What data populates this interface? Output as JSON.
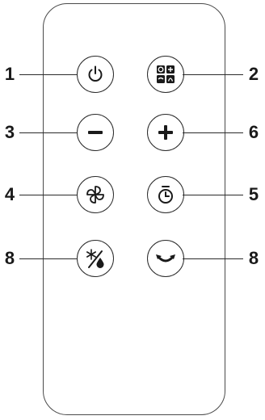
{
  "callouts": {
    "power": "1",
    "mode": "2",
    "minus": "3",
    "plus": "6",
    "fan": "4",
    "timer": "5",
    "dehumidify": "8",
    "swing": "8"
  },
  "buttons": {
    "power": {
      "icon": "power-icon"
    },
    "mode": {
      "icon": "mode-grid-icon"
    },
    "minus": {
      "icon": "minus-icon"
    },
    "plus": {
      "icon": "plus-icon"
    },
    "fan": {
      "icon": "fan-icon"
    },
    "timer": {
      "icon": "timer-icon"
    },
    "dehumidify": {
      "icon": "snowflake-droplet-icon"
    },
    "swing": {
      "icon": "swing-arc-icon"
    }
  },
  "colors": {
    "stroke": "#2a2a2a",
    "outline": "#4a4a4a",
    "background": "#ffffff"
  }
}
